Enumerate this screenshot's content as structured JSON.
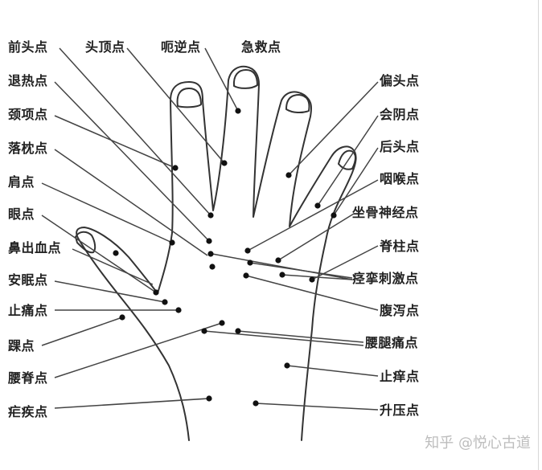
{
  "points": {
    "qiantou": "前头点",
    "touding": "头顶点",
    "eni": "呃逆点",
    "jijiu": "急救点",
    "tuire": "退热点",
    "jingxiang": "颈项点",
    "luozhen": "落枕点",
    "jian": "肩点",
    "yan": "眼点",
    "bichuxue": "鼻出血点",
    "anmian": "安眠点",
    "zhitong": "止痛点",
    "huai": "踝点",
    "yaoji": "腰脊点",
    "nueji": "疟疾点",
    "piantou": "偏头点",
    "huiyin": "会阴点",
    "houtou": "后头点",
    "yanhou": "咽喉点",
    "zuogu": "坐骨神经点",
    "jizhu": "脊柱点",
    "jingluan": "痉挛刺激点",
    "fuxie": "腹泻点",
    "yaotui": "腰腿痛点",
    "zhiyang": "止痒点",
    "shengya": "升压点"
  },
  "watermark": "知乎 @悦心古道"
}
